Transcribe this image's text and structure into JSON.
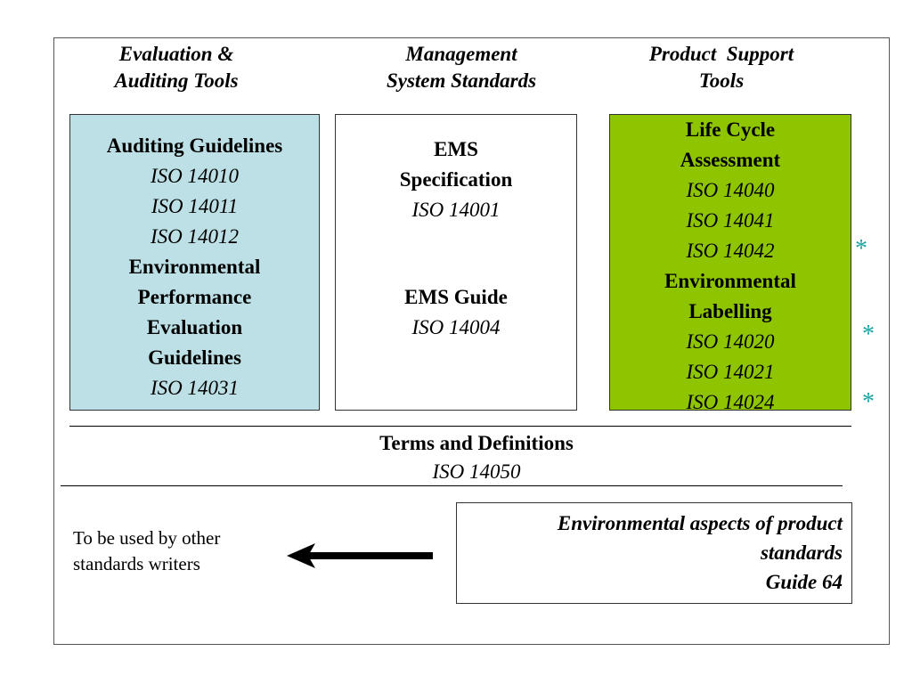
{
  "headers": {
    "left": [
      "Evaluation &",
      "Auditing Tools"
    ],
    "middle": [
      "Management",
      "System Standards"
    ],
    "right": [
      "Product  Support",
      "Tools"
    ]
  },
  "left_box": {
    "bg": "#bce0e5",
    "line1": "Auditing Guidelines",
    "iso_a": "ISO 14010",
    "iso_b": "ISO 14011",
    "iso_c": "ISO 14012",
    "line2": "Environmental",
    "line3": "Performance",
    "line4": "Evaluation",
    "line5": "Guidelines",
    "iso_d": "ISO 14031"
  },
  "middle_box": {
    "bg": "#ffffff",
    "t1": "EMS",
    "t2": "Specification",
    "iso1": "ISO 14001",
    "t3": "EMS Guide",
    "iso2": "ISO 14004"
  },
  "right_box": {
    "bg": "#8fc400",
    "t1": "Life Cycle",
    "t2": "Assessment",
    "iso1": "ISO 14040",
    "iso2": "ISO 14041",
    "iso3": "ISO 14042",
    "t3": "Environmental",
    "t4": "Labelling",
    "iso4": "ISO 14020",
    "iso5": "ISO 14021",
    "iso6": "ISO 14024"
  },
  "asterisk": "*",
  "asterisk_color": "#1aa3a3",
  "terms": {
    "title": "Terms and Definitions",
    "iso": "ISO 14050"
  },
  "guide_box": {
    "l1": "Environmental aspects of product",
    "l2": "standards",
    "l3": "Guide 64"
  },
  "writers_note": [
    "To be used by other",
    "standards writers"
  ]
}
